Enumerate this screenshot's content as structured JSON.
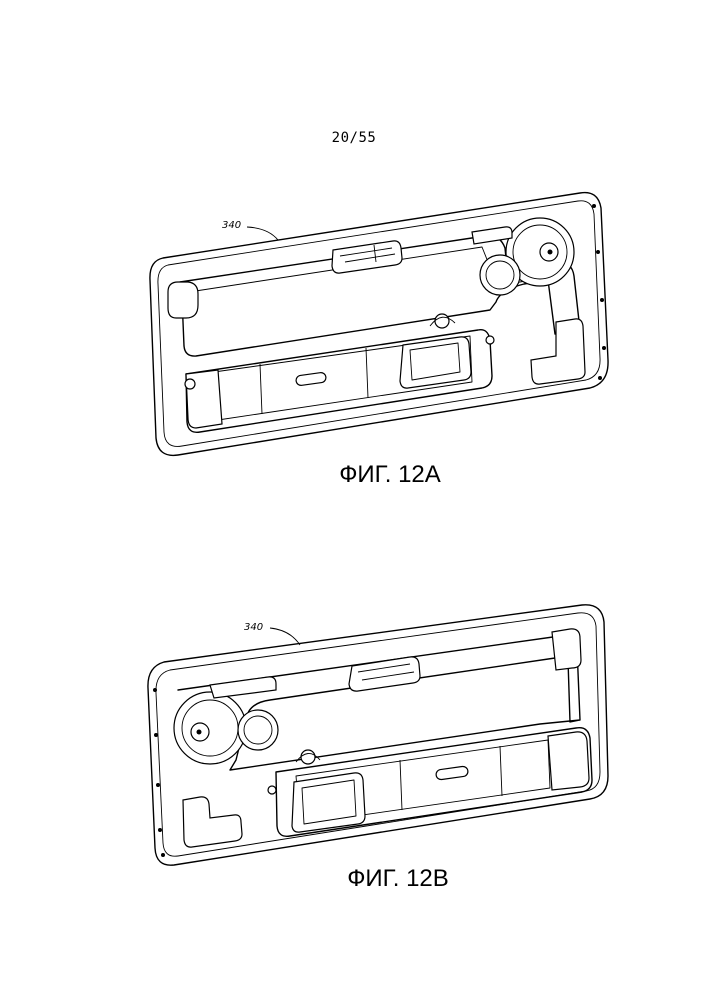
{
  "page": {
    "number": "20/55"
  },
  "figures": [
    {
      "caption": "ФИГ. 12А",
      "ref_label": "340"
    },
    {
      "caption": "ФИГ. 12В",
      "ref_label": "340"
    }
  ]
}
